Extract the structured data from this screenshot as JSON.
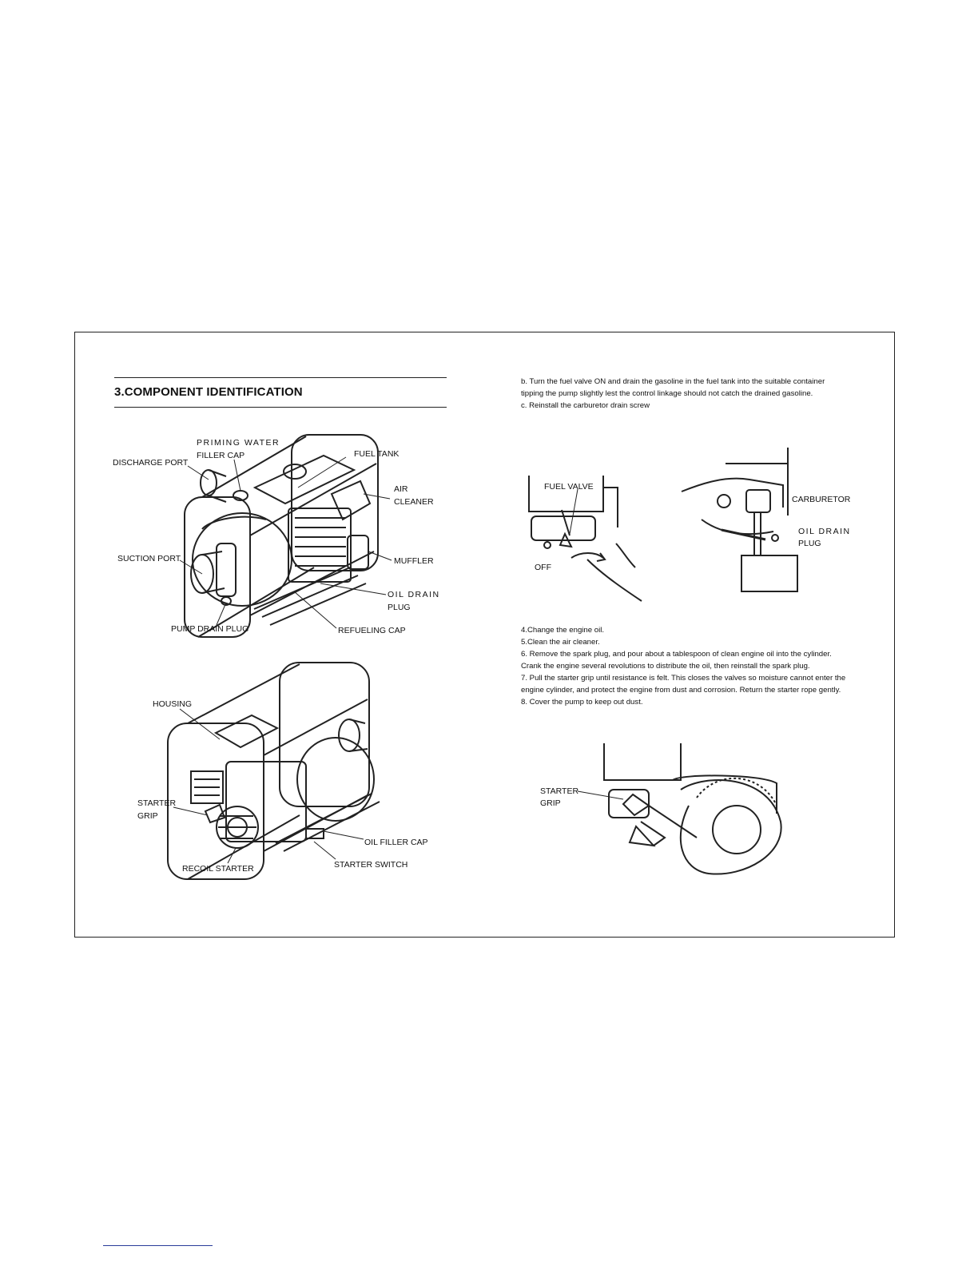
{
  "section": {
    "title": "3.COMPONENT IDENTIFICATION"
  },
  "figure1": {
    "labels": {
      "priming_water": "PRIMING WATER",
      "filler_cap": "FILLER CAP",
      "discharge_port": "DISCHARGE PORT",
      "fuel_tank": "FUEL TANK",
      "air": "AIR",
      "cleaner": "CLEANER",
      "suction_port": "SUCTION PORT",
      "muffler": "MUFFLER",
      "oil_drain": "OIL DRAIN",
      "plug": "PLUG",
      "pump_drain_plug": "PUMP DRAIN PLUG",
      "refueling_cap": "REFUELING CAP"
    }
  },
  "figure2": {
    "labels": {
      "housing": "HOUSING",
      "starter": "STARTER",
      "grip": "GRIP",
      "oil_filler_cap": "OIL FILLER CAP",
      "recoil_starter": "RECOIL STARTER",
      "starter_switch": "STARTER SWITCH"
    }
  },
  "instructions_top": {
    "line1": "b. Turn the fuel valve ON and drain the gasoline in the fuel tank into the suitable container",
    "line2": "tipping the pump slightly lest the control linkage should not catch the drained gasoline.",
    "line3": "c. Reinstall the carburetor drain screw"
  },
  "figure3": {
    "fuel_valve": "FUEL VALVE",
    "off": "OFF",
    "carburetor": "CARBURETOR",
    "oil_drain": "OIL DRAIN",
    "plug": "PLUG"
  },
  "instructions_bottom": {
    "line1": "4.Change the engine oil.",
    "line2": "5.Clean the air cleaner.",
    "line3": "6. Remove the spark plug, and pour about a tablespoon of clean engine oil into the cylinder.",
    "line4": "Crank the engine several revolutions to distribute the oil, then reinstall the spark plug.",
    "line5": "7. Pull the starter grip until resistance is felt. This closes the valves so moisture cannot enter the",
    "line6": "engine cylinder, and protect the engine from dust and corrosion. Return the starter rope gently.",
    "line7": "8. Cover the pump to keep out dust."
  },
  "figure4": {
    "starter": "STARTER",
    "grip": "GRIP"
  }
}
